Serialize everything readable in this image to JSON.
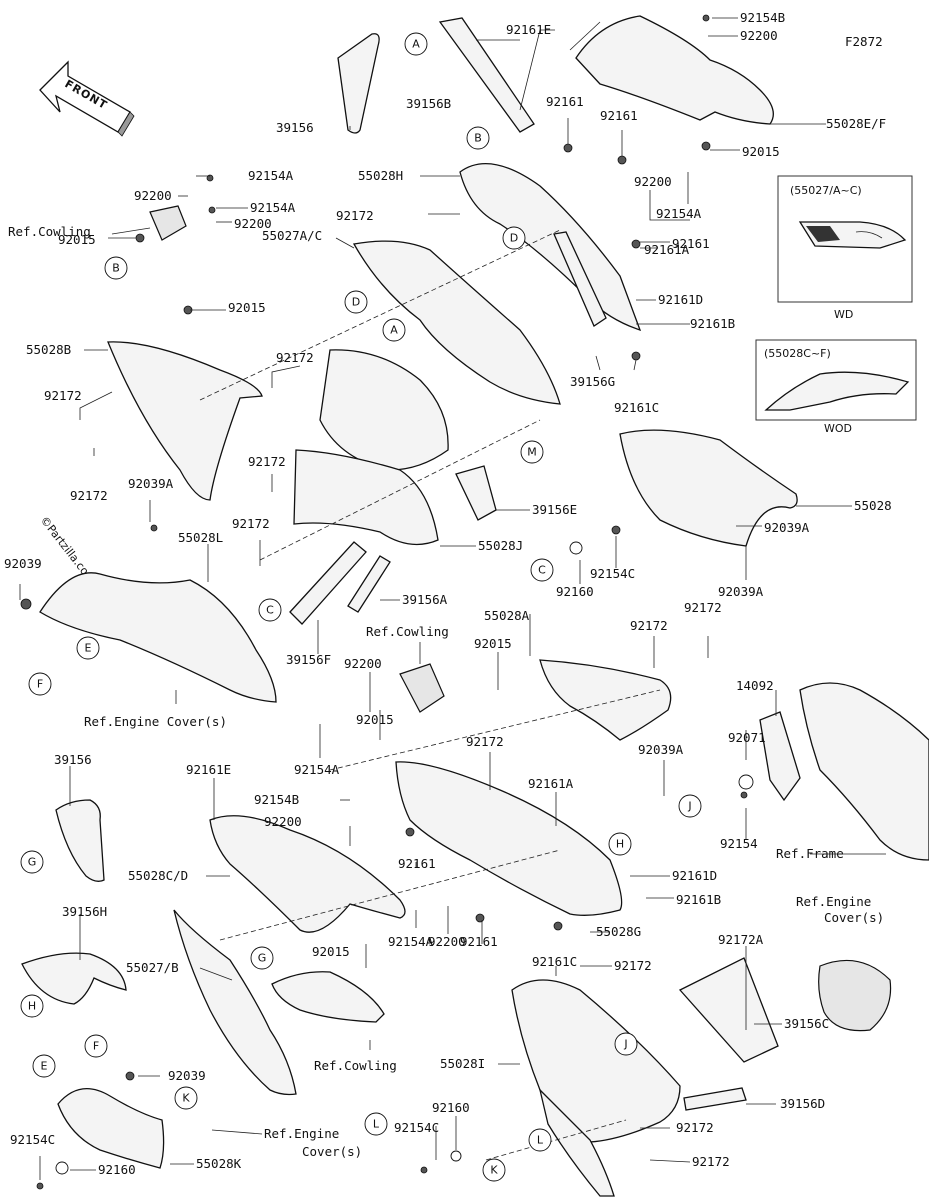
{
  "figure_code": "F2872",
  "front_label": "FRONT",
  "watermark": "©Partzilla.com",
  "inset_wd": {
    "title": "(55027/A~C)",
    "caption": "WD"
  },
  "inset_wod": {
    "title": "(55028C~F)",
    "caption": "WOD"
  },
  "labels": {
    "l_92161e_top": "92161E",
    "l_92154b_top": "92154B",
    "l_92200_top": "92200",
    "l_39156b": "39156B",
    "l_39156_top": "39156",
    "l_92161_a": "92161",
    "l_92161_b": "92161",
    "l_55028ef": "55028E/F",
    "l_92015_top": "92015",
    "l_55028h": "55028H",
    "l_92154a_1": "92154A",
    "l_92200_1": "92200",
    "l_92154a_2": "92154A",
    "l_92200_2": "92200",
    "l_refcowling_1": "Ref.Cowling",
    "l_92015_1": "92015",
    "l_92172_1": "92172",
    "l_92200_3": "92200",
    "l_92154a_3": "92154A",
    "l_92161a_1": "92161A",
    "l_92161_c": "92161",
    "l_55027ac": "55027A/C",
    "l_92015_2": "92015",
    "l_92161d_1": "92161D",
    "l_92161b_1": "92161B",
    "l_55028b": "55028B",
    "l_92172_2": "92172",
    "l_39156g": "39156G",
    "l_92161c_1": "92161C",
    "l_92172_3": "92172",
    "l_92172_4": "92172",
    "l_92039a_1": "92039A",
    "l_92172_5": "92172",
    "l_39156e": "39156E",
    "l_55028": "55028",
    "l_92039a_2": "92039A",
    "l_92172_6": "92172",
    "l_55028j": "55028J",
    "l_92154c_1": "92154C",
    "l_92160_1": "92160",
    "l_92039a_3": "92039A",
    "l_92039": "92039",
    "l_55028l": "55028L",
    "l_39156a": "39156A",
    "l_55028a": "55028A",
    "l_92172_7": "92172",
    "l_92172_8": "92172",
    "l_refcowling_2": "Ref.Cowling",
    "l_92015_3": "92015",
    "l_39156f": "39156F",
    "l_92200_4": "92200",
    "l_92015_4": "92015",
    "l_refengine_1": "Ref.Engine Cover(s)",
    "l_14092": "14092",
    "l_92154a_4": "92154A",
    "l_92071": "92071",
    "l_92172_9": "92172",
    "l_92039a_4": "92039A",
    "l_39156_mid": "39156",
    "l_92161e_2": "92161E",
    "l_92154b_2": "92154B",
    "l_92161a_2": "92161A",
    "l_92200_5": "92200",
    "l_92154": "92154",
    "l_refframe": "Ref.Frame",
    "l_55028cd": "55028C/D",
    "l_92161_d": "92161",
    "l_92161d_2": "92161D",
    "l_92161b_2": "92161B",
    "l_39156h": "39156H",
    "l_92015_5": "92015",
    "l_92154a_5": "92154A",
    "l_92200_6": "92200",
    "l_92161_e": "92161",
    "l_55028g": "55028G",
    "l_refengine_2a": "Ref.Engine",
    "l_refengine_2b": "Cover(s)",
    "l_92172a": "92172A",
    "l_55027b": "55027/B",
    "l_92161c_2": "92161C",
    "l_92172_10": "92172",
    "l_refcowling_3": "Ref.Cowling",
    "l_55028i": "55028I",
    "l_39156c": "39156C",
    "l_92039_2": "92039",
    "l_39156d": "39156D",
    "l_refengine_3a": "Ref.Engine",
    "l_refengine_3b": "Cover(s)",
    "l_92160_2": "92160",
    "l_92154c_2": "92154C",
    "l_92172_11": "92172",
    "l_92154c_3": "92154C",
    "l_92160_3": "92160",
    "l_55028k": "55028K",
    "l_92172_12": "92172"
  },
  "callouts": {
    "c_a1": "A",
    "c_a2": "A",
    "c_b1": "B",
    "c_b2": "B",
    "c_c1": "C",
    "c_c2": "C",
    "c_d1": "D",
    "c_d2": "D",
    "c_e1": "E",
    "c_e2": "E",
    "c_f1": "F",
    "c_f2": "F",
    "c_g1": "G",
    "c_g2": "G",
    "c_h1": "H",
    "c_h2": "H",
    "c_j1": "J",
    "c_j2": "J",
    "c_k1": "K",
    "c_k2": "K",
    "c_l1": "L",
    "c_l2": "L",
    "c_m1": "M"
  }
}
